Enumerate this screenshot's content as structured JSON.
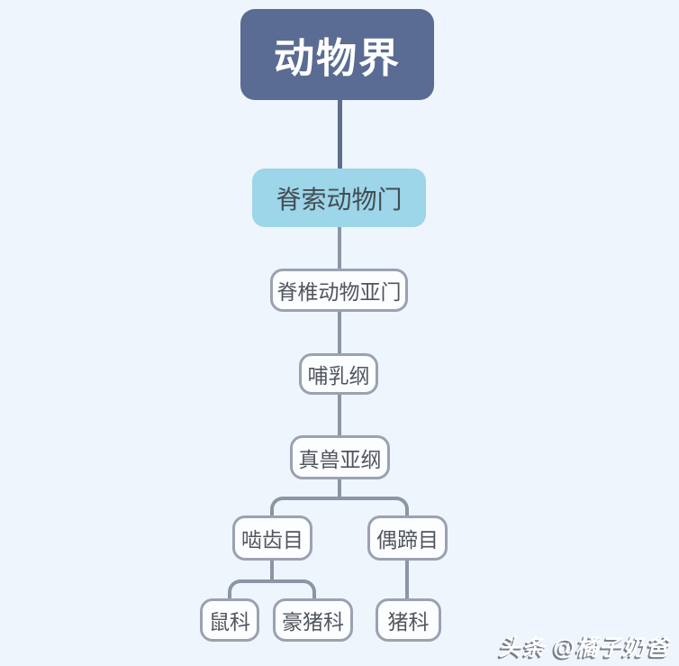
{
  "diagram": {
    "type": "taxonomy-tree",
    "nodes": {
      "kingdom": {
        "label": "动物界"
      },
      "phylum": {
        "label": "脊索动物门"
      },
      "subphylum": {
        "label": "脊椎动物亚门"
      },
      "class": {
        "label": "哺乳纲"
      },
      "subclass": {
        "label": "真兽亚纲"
      },
      "order_rodentia": {
        "label": "啮齿目"
      },
      "order_artiodactyla": {
        "label": "偶蹄目"
      },
      "family_muridae": {
        "label": "鼠科"
      },
      "family_hystricidae": {
        "label": "豪猪科"
      },
      "family_suidae": {
        "label": "猪科"
      }
    },
    "edges": [
      {
        "from": "动物界",
        "to": "脊索动物门"
      },
      {
        "from": "脊索动物门",
        "to": "脊椎动物亚门"
      },
      {
        "from": "脊椎动物亚门",
        "to": "哺乳纲"
      },
      {
        "from": "哺乳纲",
        "to": "真兽亚纲"
      },
      {
        "from": "真兽亚纲",
        "to": "啮齿目"
      },
      {
        "from": "真兽亚纲",
        "to": "偶蹄目"
      },
      {
        "from": "啮齿目",
        "to": "鼠科"
      },
      {
        "from": "啮齿目",
        "to": "豪猪科"
      },
      {
        "from": "偶蹄目",
        "to": "猪科"
      }
    ],
    "colors": {
      "background": "#eef5fc",
      "root_fill": "#5a6c93",
      "root_text": "#ffffff",
      "root_connector": "#5f6e8e",
      "phylum_fill": "#9cd6e8",
      "node_fill": "#fcfdff",
      "node_border": "#9aa2b1",
      "node_text": "#50565e",
      "connector": "#8c95a4"
    }
  },
  "watermark": {
    "text": "头条 @橘子奶爸"
  }
}
